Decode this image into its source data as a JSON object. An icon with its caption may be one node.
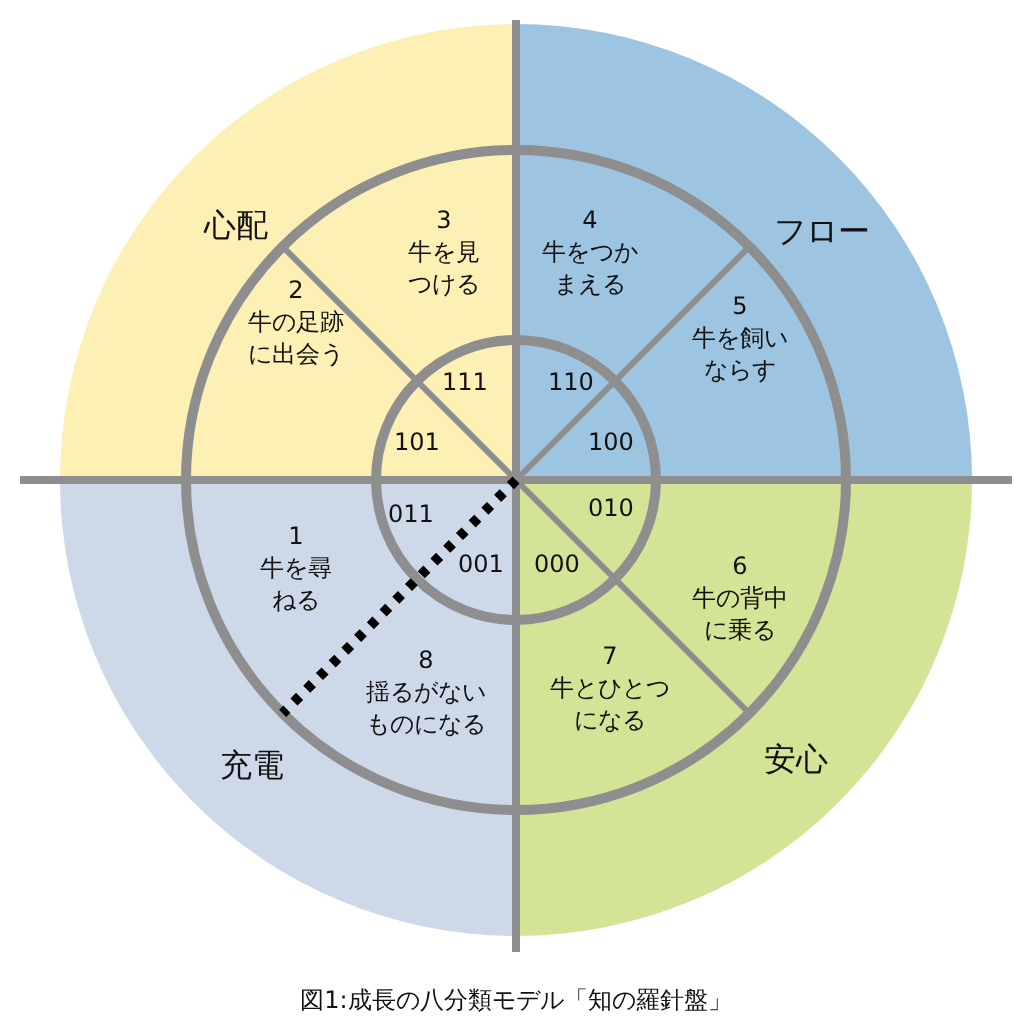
{
  "diagram": {
    "caption": "図1:成長の八分類モデル「知の羅針盤」",
    "nodes": [
      {
        "text": [
          "心配"
        ]
      },
      {
        "text": [
          "フロー"
        ]
      },
      {
        "text": [
          "充電"
        ]
      },
      {
        "text": [
          "安心"
        ]
      },
      {
        "text": [
          "3",
          "牛を見つける"
        ],
        "in": 0
      },
      {
        "text": [
          "2",
          "牛の足跡に出会う"
        ],
        "in": 0
      },
      {
        "text": [
          "4",
          "牛をつかまえる"
        ],
        "in": 1
      },
      {
        "text": [
          "5",
          "牛を飼いならす"
        ],
        "in": 1
      },
      {
        "text": [
          "1",
          "牛を尋ねる"
        ],
        "in": 2
      },
      {
        "text": [
          "8",
          "揺るがないものになる"
        ],
        "in": 2
      },
      {
        "text": [
          "6",
          "牛の背中に乗る"
        ],
        "in": 3
      },
      {
        "text": [
          "7",
          "牛とひとつになる"
        ],
        "in": 3
      },
      {
        "text": [
          "111"
        ],
        "in": 0
      },
      {
        "text": [
          "101"
        ],
        "in": 0
      },
      {
        "text": [
          "110"
        ],
        "in": 1
      },
      {
        "text": [
          "100"
        ],
        "in": 1
      },
      {
        "text": [
          "011"
        ],
        "in": 2
      },
      {
        "text": [
          "001"
        ],
        "in": 2
      },
      {
        "text": [
          "010"
        ],
        "in": 3
      },
      {
        "text": [
          "000"
        ],
        "in": 3
      }
    ]
  }
}
